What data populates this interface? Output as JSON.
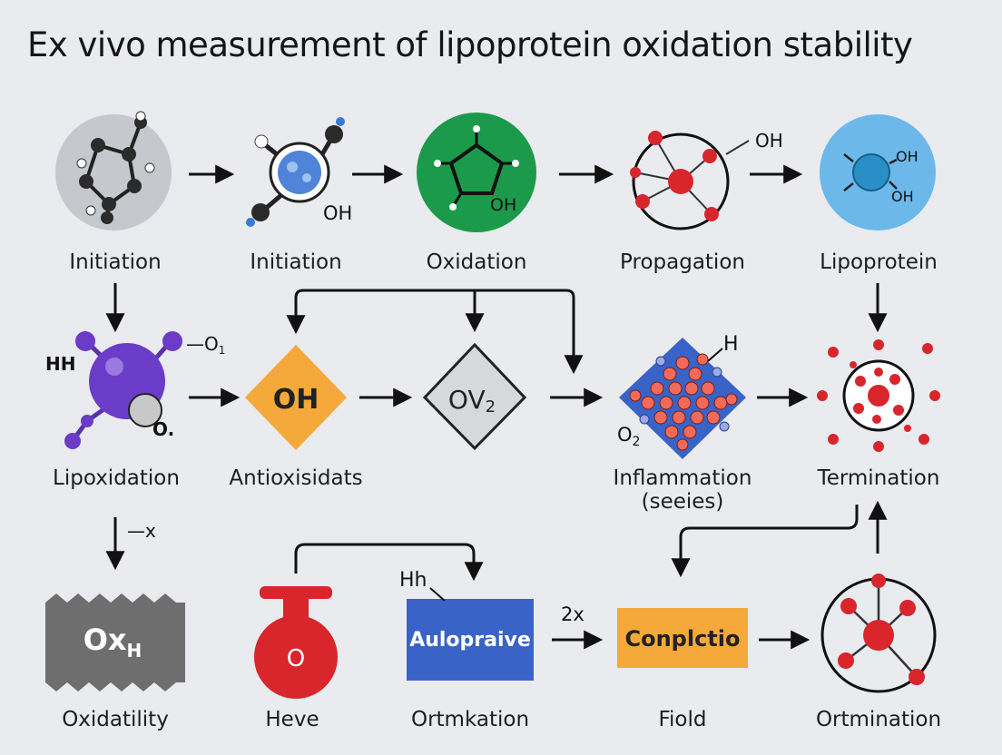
{
  "title": "Ex vivo measurement of lipoprotein oxidation stability",
  "colors": {
    "background": "#e9ebee",
    "green": "#1a9a4a",
    "blue_circle": "#6cb8ea",
    "purple": "#6a3cc8",
    "orange": "#f5a93a",
    "red": "#d8262c",
    "blue_box": "#3a63c7",
    "gray": "#6e6e6e"
  },
  "nodes": {
    "n1": {
      "label": "Initiation",
      "icon": "molecule-ball-stick-icon"
    },
    "n2": {
      "label": "Initiation",
      "icon": "molecule-blue-sphere-icon",
      "tag": "OH"
    },
    "n3": {
      "label": "Oxidation",
      "icon": "green-ring-molecule-icon",
      "tag": "OH"
    },
    "n4": {
      "label": "Propagation",
      "icon": "red-network-molecule-icon",
      "tag": "OH"
    },
    "n5": {
      "label": "Lipoprotein",
      "icon": "blue-sphere-icon",
      "tag1": "OH",
      "tag2": "OH"
    },
    "n6": {
      "label": "Lipoxidation",
      "icon": "purple-sphere-icon",
      "tag1": "HH",
      "tag2": "—O",
      "tag2_sub": "1",
      "tag3": "O."
    },
    "n7": {
      "label": "Antioxisidats",
      "icon": "orange-diamond-icon",
      "text": "OH"
    },
    "n8": {
      "label": "",
      "icon": "gray-diamond-icon",
      "text": "OV",
      "text_sub": "2"
    },
    "n9": {
      "label": "Inflammation",
      "label2": "(seeies)",
      "icon": "inflamed-cluster-icon",
      "tag1": "H",
      "tag2": "O",
      "tag2_sub": "2"
    },
    "n10": {
      "label": "Termination",
      "icon": "red-nucleus-icon"
    },
    "n11": {
      "label": "Oxidatility",
      "icon": "gray-jagged-box-icon",
      "text": "Ox",
      "text_sub": "H"
    },
    "n12": {
      "label": "Heve",
      "icon": "red-flask-icon",
      "text": "O"
    },
    "n13": {
      "label": "Ortmkation",
      "icon": "blue-box-icon",
      "text": "Aulopraive",
      "tag": "Hh"
    },
    "n14": {
      "label": "Fiold",
      "icon": "orange-box-icon",
      "text": "Conplctio"
    },
    "n15": {
      "label": "Ortmination",
      "icon": "red-network-circle-icon"
    }
  },
  "annotations": {
    "minus_x": "—x",
    "two_x": "2x"
  }
}
